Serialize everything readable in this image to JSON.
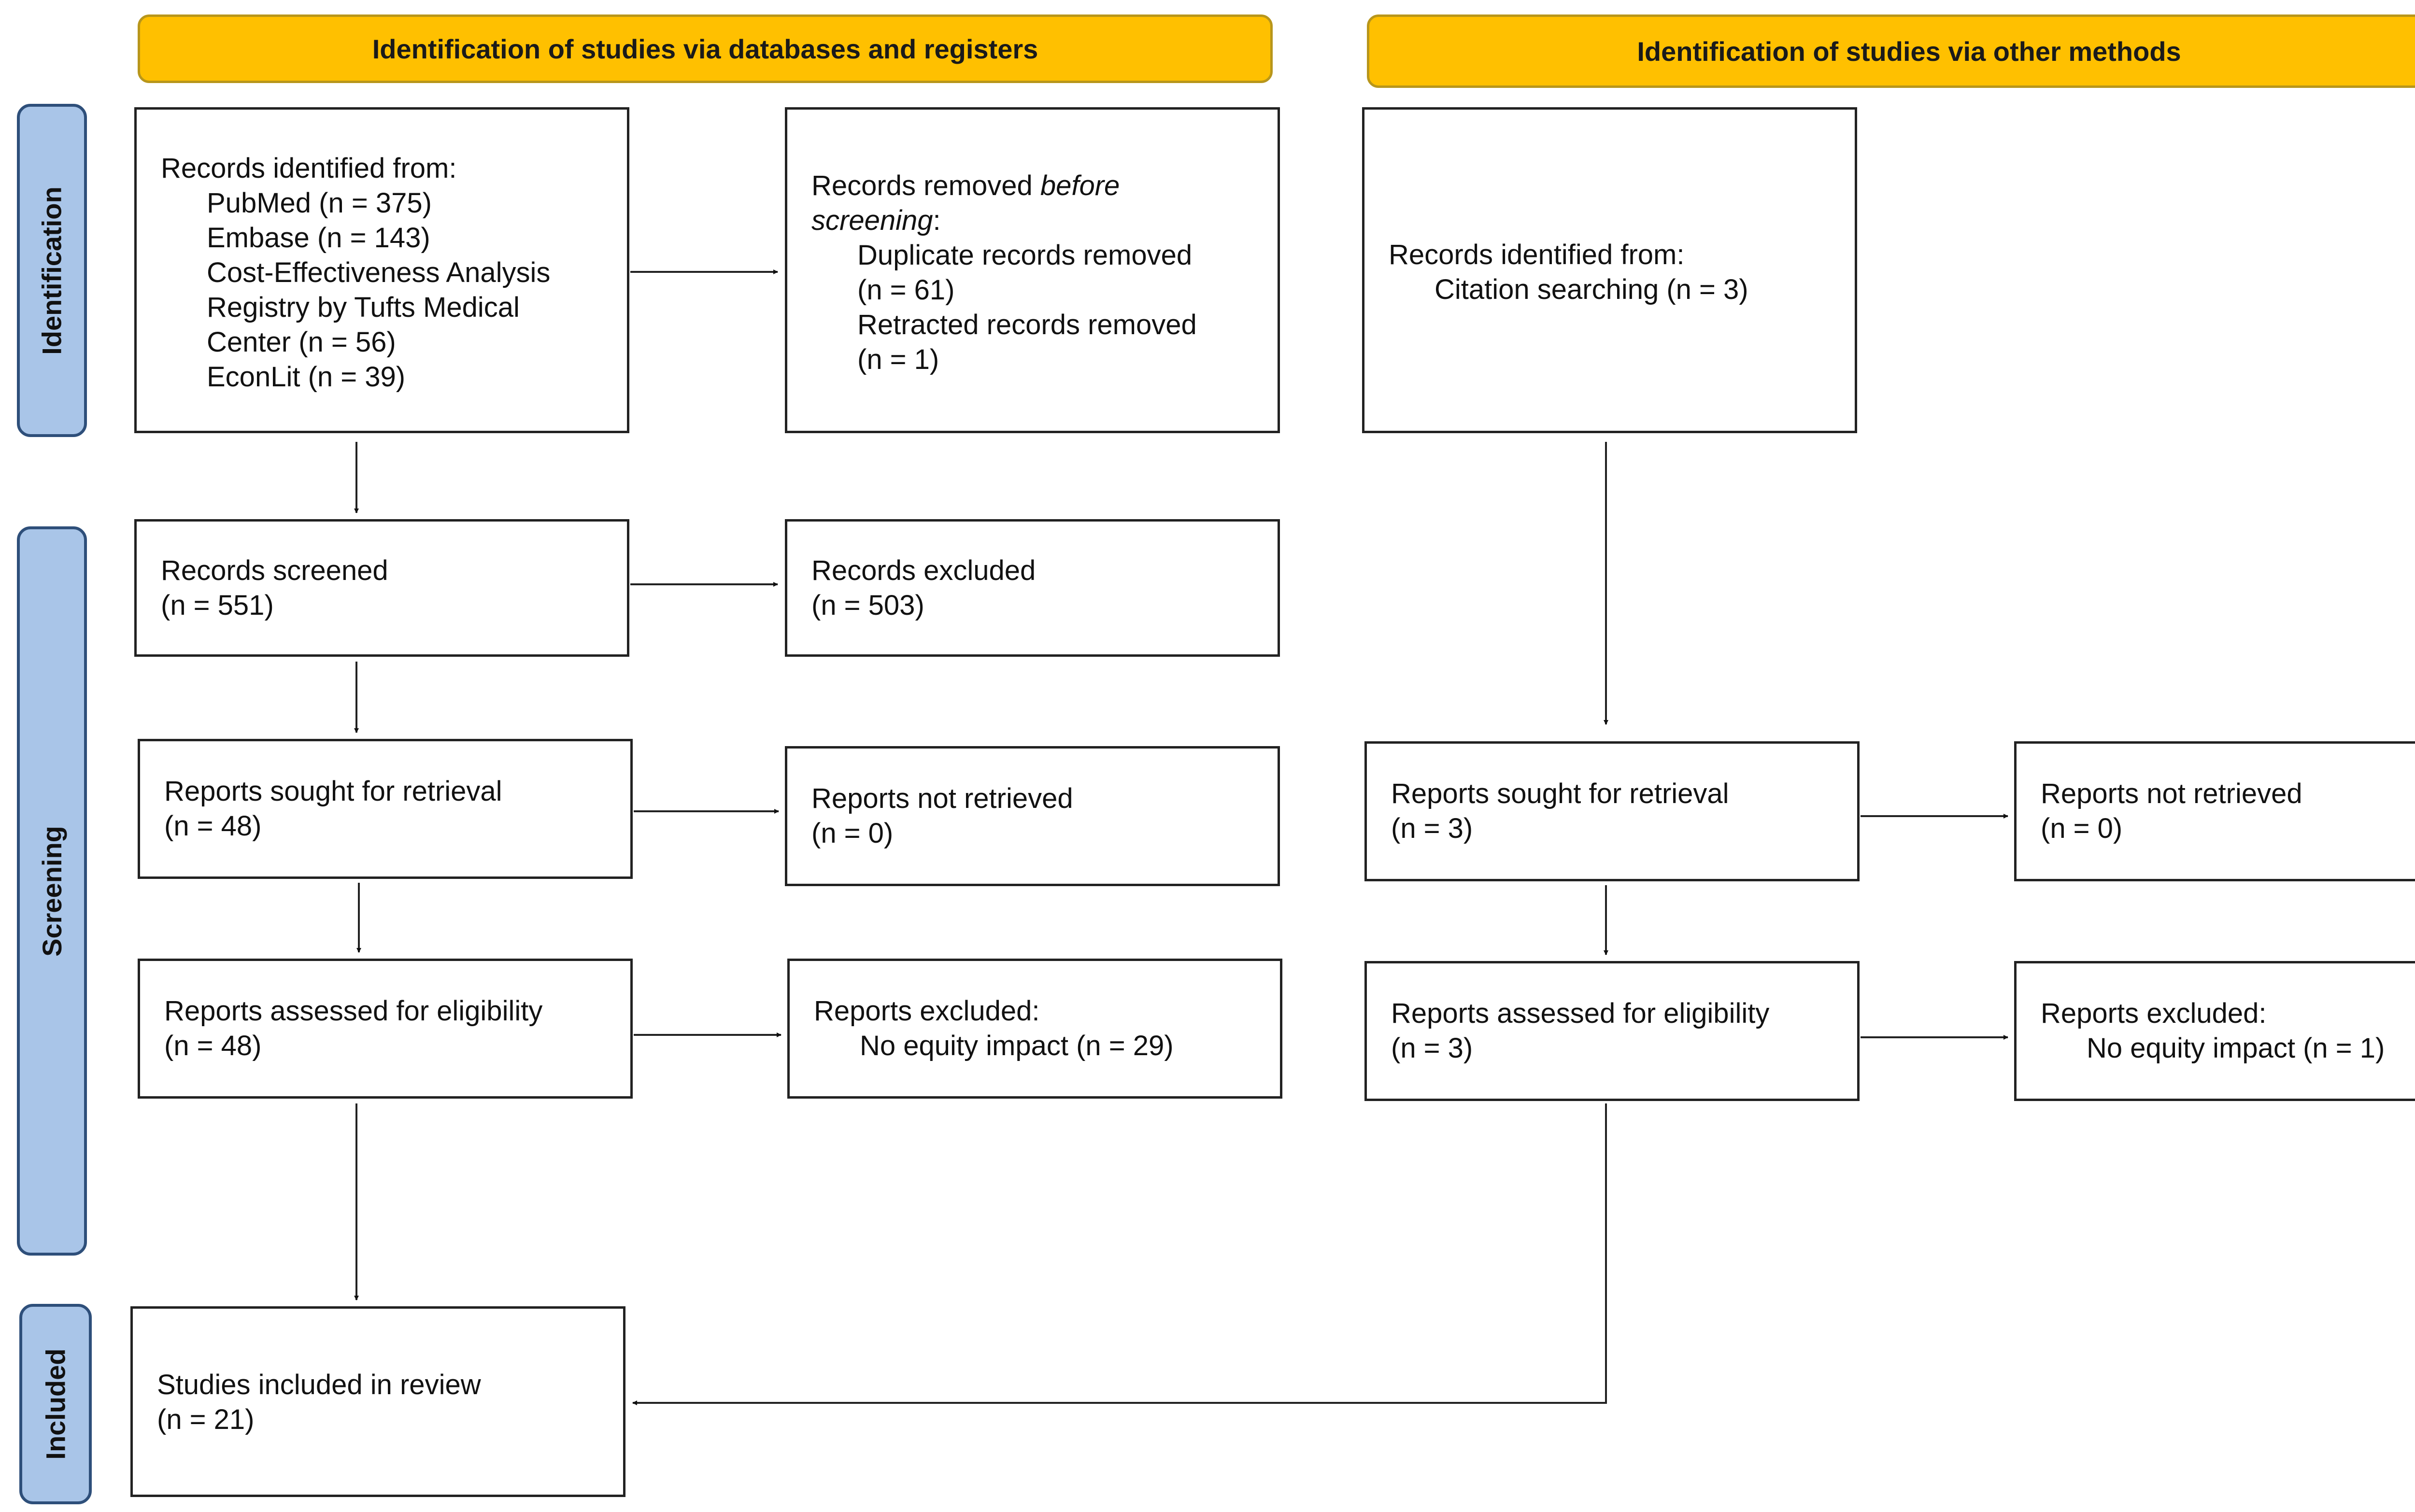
{
  "headers": {
    "databases": "Identification of studies via databases and registers",
    "other": "Identification of studies via other methods"
  },
  "phases": {
    "identification": "Identification",
    "screening": "Screening",
    "included": "Included"
  },
  "db": {
    "identified": {
      "title": "Records identified from:",
      "items": [
        "PubMed (n = 375)",
        "Embase (n = 143)",
        "Cost-Effectiveness Analysis",
        "Registry by Tufts Medical",
        "Center (n = 56)",
        "EconLit (n = 39)"
      ]
    },
    "removed": {
      "title_prefix": "Records removed ",
      "title_italic": "before",
      "title_italic_2": "screening",
      "title_suffix": ":",
      "items": [
        "Duplicate records removed",
        "(n = 61)",
        "Retracted records removed",
        "(n = 1)"
      ]
    },
    "screened": {
      "title": "Records screened",
      "count": "(n = 551)"
    },
    "excluded": {
      "title": "Records excluded",
      "count": "(n = 503)"
    },
    "sought": {
      "title": "Reports sought for retrieval",
      "count": "(n = 48)"
    },
    "not_retrieved": {
      "title": "Reports not retrieved",
      "count": "(n = 0)"
    },
    "assessed": {
      "title": "Reports assessed for eligibility",
      "count": "(n = 48)"
    },
    "reports_excluded": {
      "title": "Reports excluded:",
      "reason": "No equity impact (n = 29)"
    }
  },
  "other": {
    "identified": {
      "title": "Records identified from:",
      "item": "Citation searching (n = 3)"
    },
    "sought": {
      "title": "Reports sought for retrieval",
      "count": "(n = 3)"
    },
    "not_retrieved": {
      "title": "Reports not retrieved",
      "count": "(n = 0)"
    },
    "assessed": {
      "title": "Reports assessed for eligibility",
      "count": "(n = 3)"
    },
    "reports_excluded": {
      "title": "Reports excluded:",
      "reason": "No equity impact (n = 1)"
    }
  },
  "included": {
    "title": "Studies included in review",
    "count": "(n = 21)"
  },
  "colors": {
    "header_fill": "#ffc000",
    "phase_fill": "#a9c5e8",
    "phase_border": "#2e4f7a"
  }
}
